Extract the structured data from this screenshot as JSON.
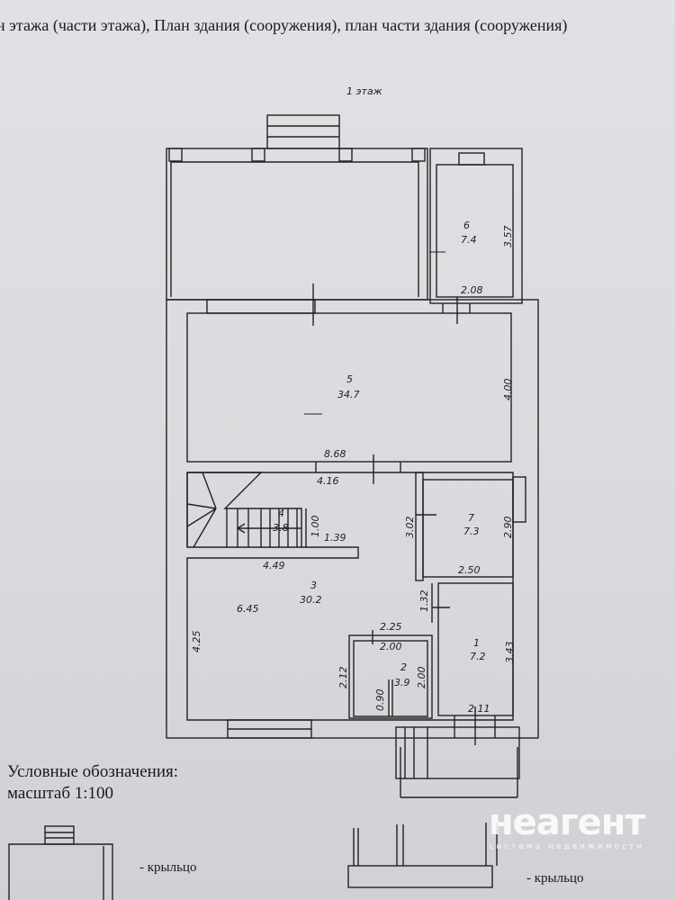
{
  "header": {
    "text": "н этажа (части этажа), План здания (сооружения), план части здания (сооружения)"
  },
  "plan": {
    "floor_title": "1 этаж",
    "rooms": [
      {
        "number": "1",
        "area": "7.2"
      },
      {
        "number": "2",
        "area": "3.9"
      },
      {
        "number": "3",
        "area": "30.2"
      },
      {
        "number": "4",
        "area": "3.8"
      },
      {
        "number": "5",
        "area": "34.7"
      },
      {
        "number": "6",
        "area": "7.4"
      },
      {
        "number": "7",
        "area": "7.3"
      }
    ],
    "dims": {
      "d357": "3.57",
      "d208": "2.08",
      "d400": "4.00",
      "d868": "8.68",
      "d416": "4.16",
      "d100": "1.00",
      "d139": "1.39",
      "d302": "3.02",
      "d290": "2.90",
      "d250": "2.50",
      "d449": "4.49",
      "d645": "6.45",
      "d132": "1.32",
      "d225": "2.25",
      "d200a": "2.00",
      "d200b": "2.00",
      "d425": "4.25",
      "d212": "2.12",
      "d090": "0.90",
      "d343": "3.43",
      "d211": "2.11"
    }
  },
  "legend": {
    "title": "Условные обозначения:",
    "scale": "масштаб 1:100",
    "items": [
      "- крыльцо",
      "- крыльцо"
    ]
  },
  "watermark": {
    "brand": "неагент",
    "tagline": "система недвижимости"
  }
}
